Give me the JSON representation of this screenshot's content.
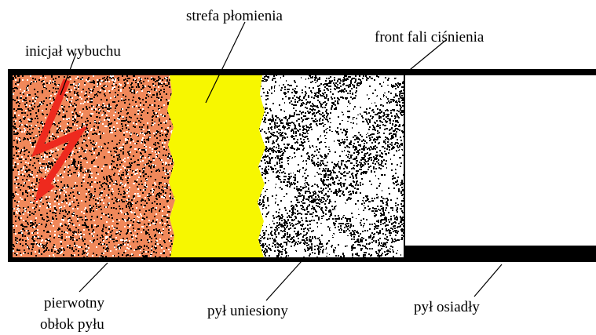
{
  "labels": {
    "flame_zone": "strefa płomienia",
    "pressure_front": "front fali ciśnienia",
    "ignition": "inicjał wybuchu",
    "primary_cloud_line1": "pierwotny",
    "primary_cloud_line2": "obłok pyłu",
    "raised_dust": "pył uniesiony",
    "settled_dust": "pył osiadły"
  },
  "colors": {
    "tube_wall": "#000000",
    "primary_cloud": "#f0885a",
    "flame": "#f7f700",
    "ignition_arrow": "#ee2a1e",
    "raised_dust": "#000000",
    "background": "#ffffff"
  }
}
